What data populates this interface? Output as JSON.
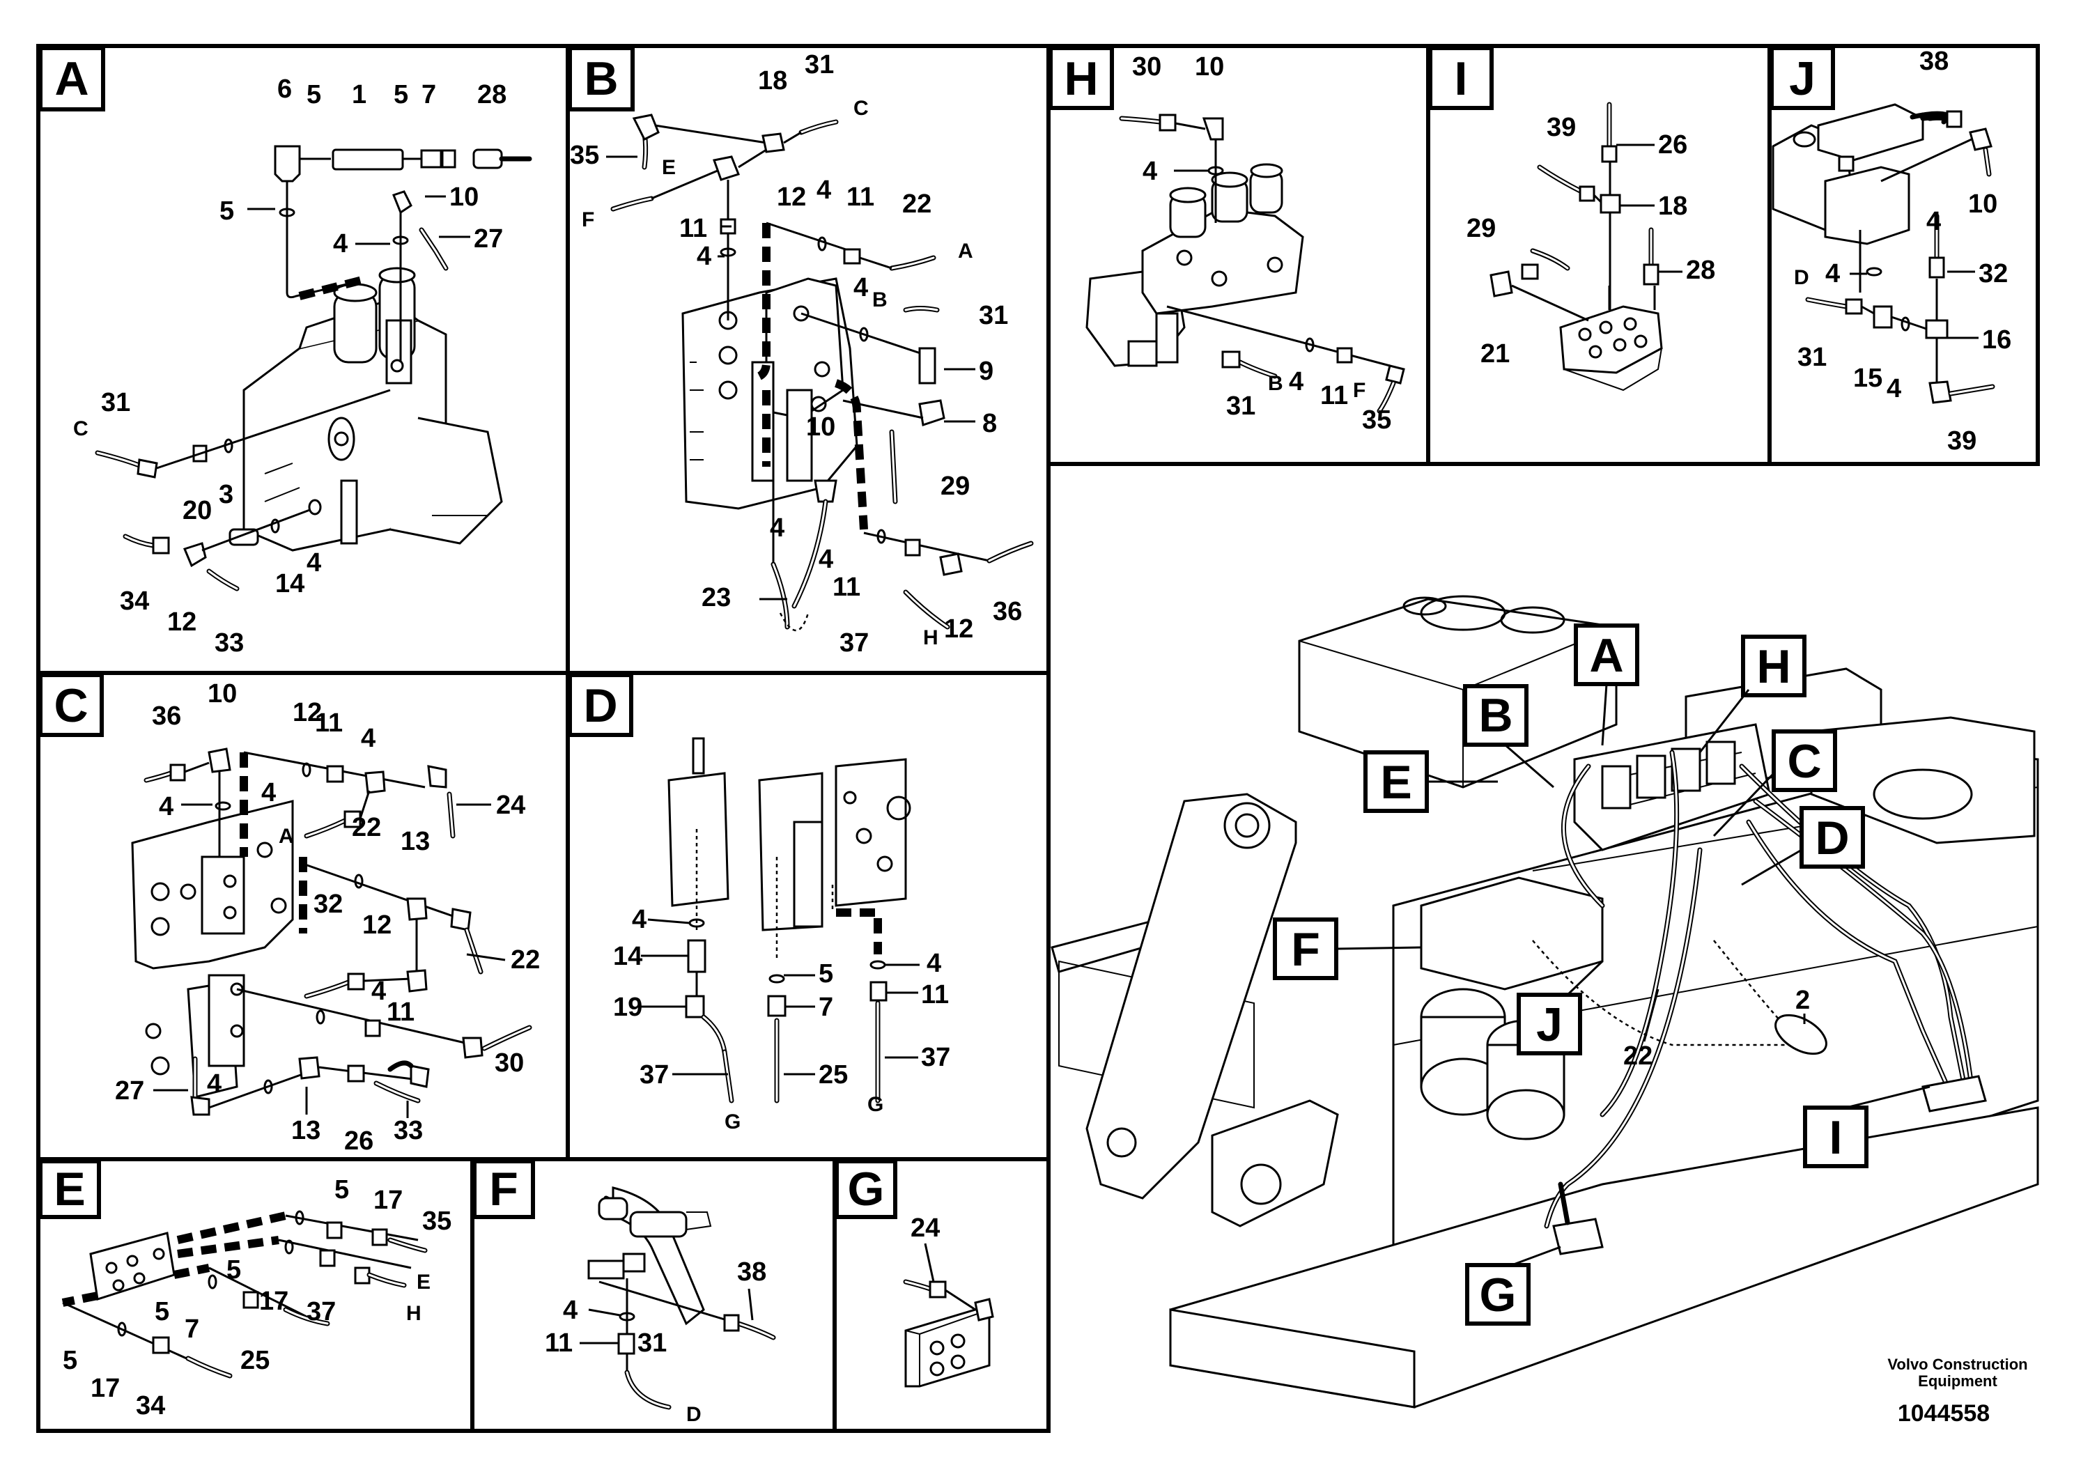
{
  "panels": [
    {
      "id": "A",
      "label": "A"
    },
    {
      "id": "B",
      "label": "B"
    },
    {
      "id": "H",
      "label": "H"
    },
    {
      "id": "I",
      "label": "I"
    },
    {
      "id": "J",
      "label": "J"
    },
    {
      "id": "C",
      "label": "C"
    },
    {
      "id": "D",
      "label": "D"
    },
    {
      "id": "E",
      "label": "E"
    },
    {
      "id": "F",
      "label": "F"
    },
    {
      "id": "G",
      "label": "G"
    }
  ],
  "callouts": {
    "A": [
      "6",
      "5",
      "1",
      "5",
      "7",
      "28",
      "5",
      "10",
      "4",
      "27",
      "31",
      "20",
      "3",
      "4",
      "34",
      "12",
      "14",
      "33"
    ],
    "A_letters": [
      "C"
    ],
    "B": [
      "18",
      "31",
      "35",
      "12",
      "4",
      "11",
      "22",
      "11",
      "4",
      "4",
      "31",
      "9",
      "8",
      "10",
      "29",
      "4",
      "4",
      "11",
      "23",
      "37",
      "12",
      "36"
    ],
    "B_letters": [
      "C",
      "E",
      "F",
      "A",
      "B",
      "H"
    ],
    "H": [
      "30",
      "10",
      "4",
      "4",
      "11",
      "31",
      "35"
    ],
    "H_letters": [
      "B",
      "F"
    ],
    "I": [
      "39",
      "26",
      "18",
      "29",
      "28",
      "21"
    ],
    "J": [
      "38",
      "10",
      "4",
      "32",
      "4",
      "16",
      "31",
      "15",
      "4",
      "39"
    ],
    "J_letters": [
      "D"
    ],
    "C": [
      "36",
      "10",
      "4",
      "11",
      "12",
      "4",
      "22",
      "4",
      "24",
      "13",
      "32",
      "12",
      "22",
      "4",
      "11",
      "27",
      "4",
      "13",
      "26",
      "33",
      "30"
    ],
    "C_letters": [
      "A"
    ],
    "D": [
      "4",
      "14",
      "19",
      "37",
      "5",
      "7",
      "25",
      "4",
      "11",
      "37"
    ],
    "D_letters": [
      "G",
      "G"
    ],
    "E": [
      "5",
      "17",
      "35",
      "5",
      "7",
      "17",
      "5",
      "37",
      "25",
      "5",
      "17",
      "34"
    ],
    "E_letters": [
      "E",
      "H"
    ],
    "F": [
      "38",
      "4",
      "11",
      "31"
    ],
    "F_letters": [
      "D"
    ],
    "G": [
      "24"
    ],
    "overview": [
      "2",
      "22"
    ]
  },
  "overview_tags": [
    "A",
    "B",
    "H",
    "C",
    "E",
    "D",
    "F",
    "J",
    "I",
    "G"
  ],
  "credit": {
    "line1": "Volvo Construction",
    "line2": "Equipment"
  },
  "doc_number": "1044558"
}
